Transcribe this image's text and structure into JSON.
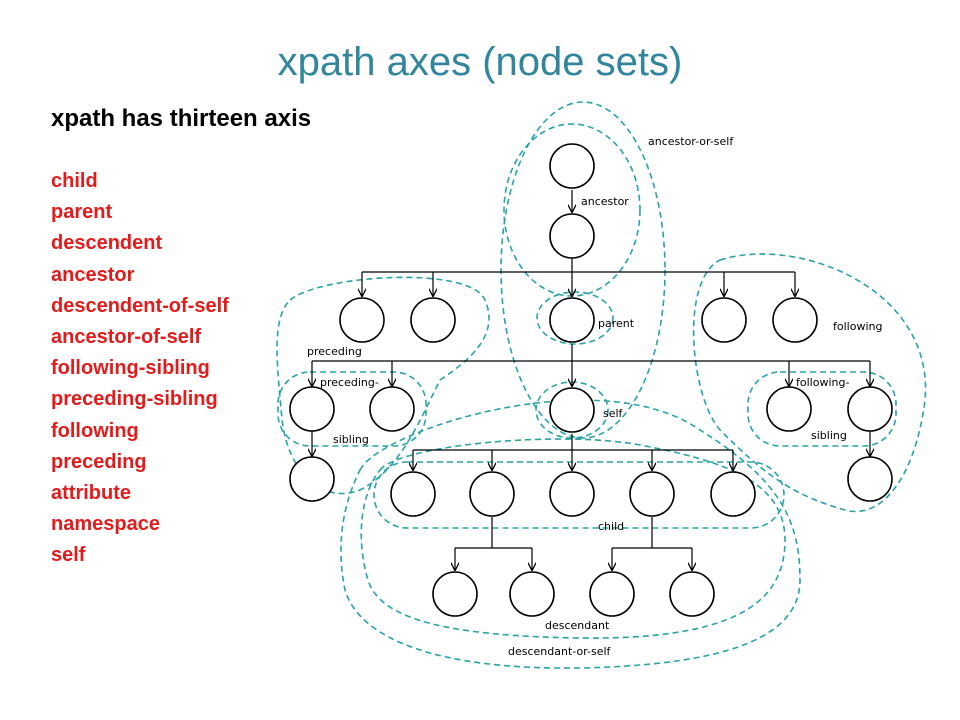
{
  "slide": {
    "title": "xpath axes (node sets)",
    "subtitle": "xpath has thirteen axis",
    "axes": [
      "child",
      "parent",
      "descendent",
      "ancestor",
      "descendent-of-self",
      "ancestor-of-self",
      "following-sibling",
      "preceding-sibling",
      "following",
      "preceding",
      "attribute",
      "namespace",
      "self"
    ]
  },
  "diagram": {
    "labels": {
      "ancestor_or_self": "ancestor-or-self",
      "ancestor": "ancestor",
      "parent": "parent",
      "self": "self",
      "following": "following",
      "preceding": "preceding",
      "preceding_sibling_1": "preceding-",
      "preceding_sibling_2": "sibling",
      "following_sibling_1": "following-",
      "following_sibling_2": "sibling",
      "child": "child",
      "descendant": "descendant",
      "descendant_or_self": "descendant-or-self"
    },
    "colors": {
      "region": "#2aa3a3",
      "title": "#31859c",
      "axis_list": "#e31b1b"
    }
  }
}
